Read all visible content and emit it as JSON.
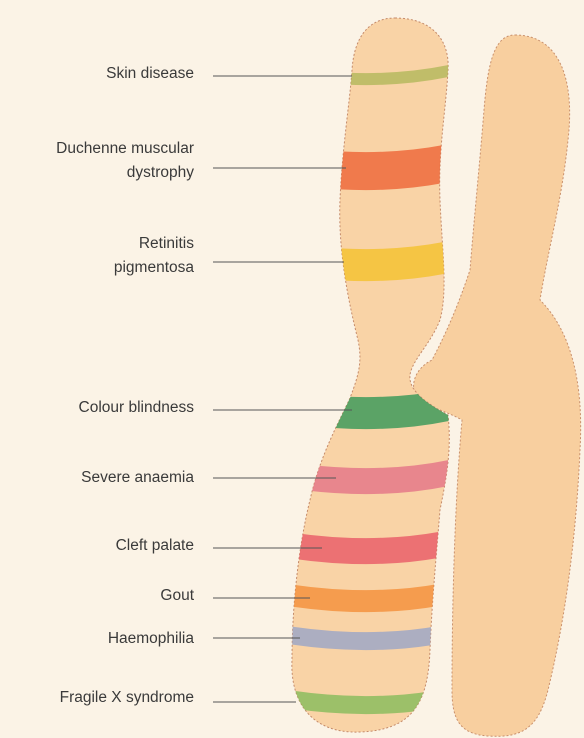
{
  "colors": {
    "background": "#fbf3e6",
    "chromosome": "#f9d3a6",
    "outline": "#c48a6a",
    "leader": "#555555"
  },
  "labels": [
    {
      "lines": [
        "Skin disease"
      ],
      "band_color": "#b6b85e"
    },
    {
      "lines": [
        "Duchenne muscular",
        "dystrophy"
      ],
      "band_color": "#ef6a3c"
    },
    {
      "lines": [
        "Retinitis",
        "pigmentosa"
      ],
      "band_color": "#f5c233"
    },
    {
      "lines": [
        "Colour blindness"
      ],
      "band_color": "#3f9a5a"
    },
    {
      "lines": [
        "Severe anaemia"
      ],
      "band_color": "#e57888"
    },
    {
      "lines": [
        "Cleft palate"
      ],
      "band_color": "#ea5f6a"
    },
    {
      "lines": [
        "Gout"
      ],
      "band_color": "#f4923e"
    },
    {
      "lines": [
        "Haemophilia"
      ],
      "band_color": "#9fa7c6"
    },
    {
      "lines": [
        "Fragile X syndrome"
      ],
      "band_color": "#8cbc5e"
    }
  ]
}
